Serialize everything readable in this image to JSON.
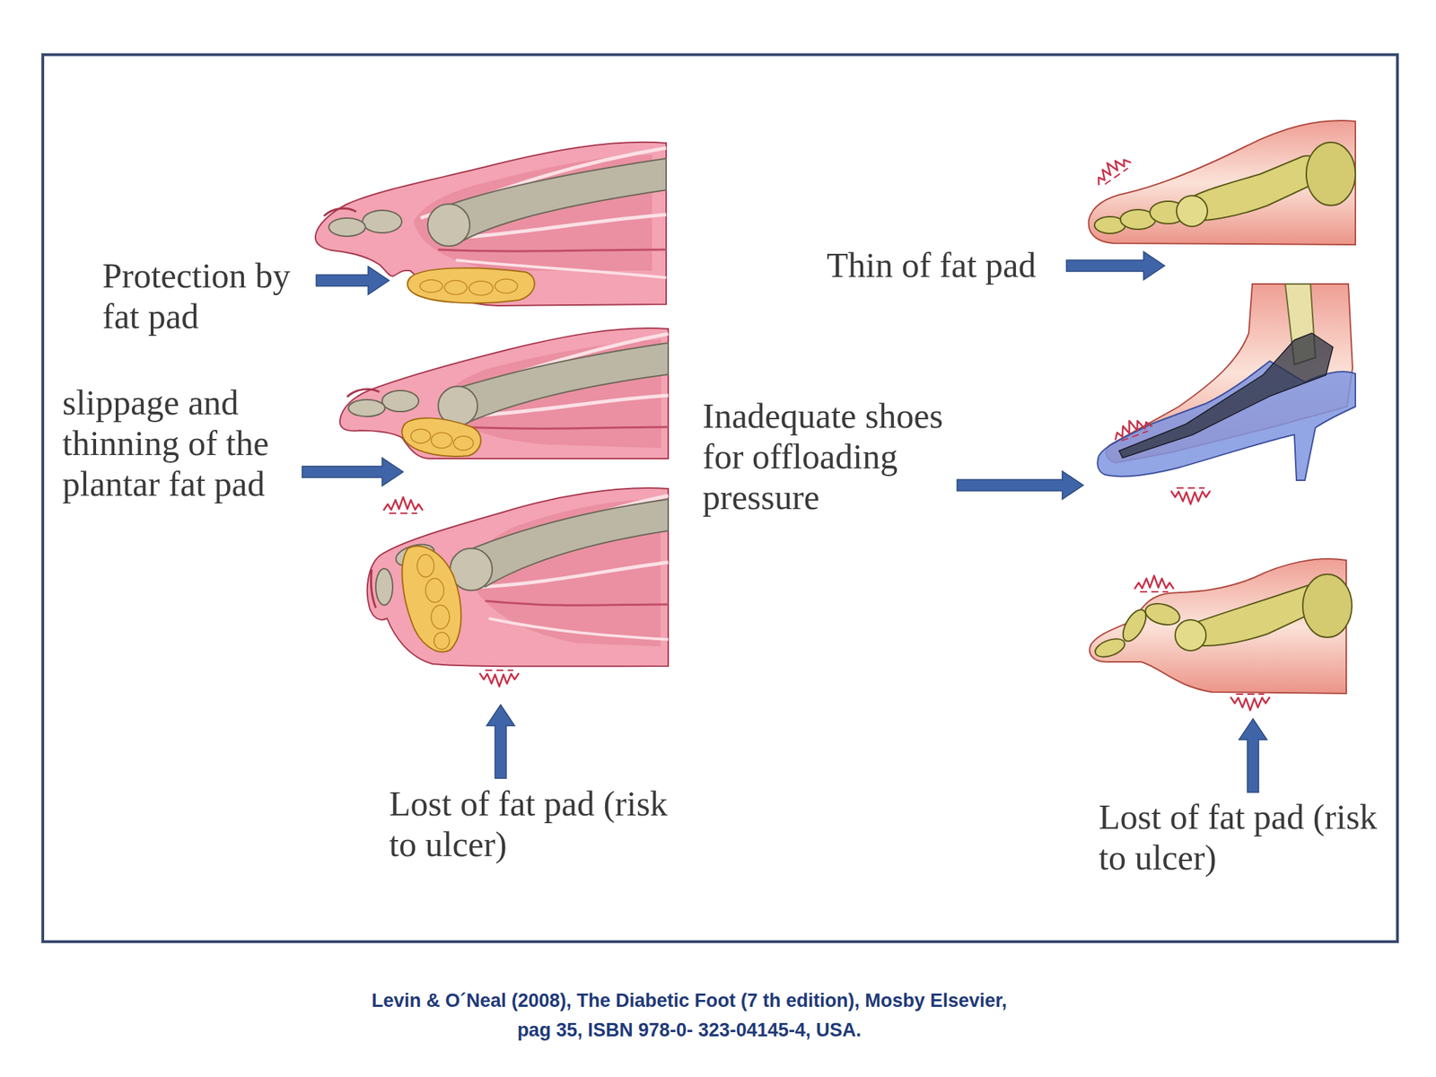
{
  "diagram": {
    "caption": "Levin & O´Neal (2008), The Diabetic Foot (7 th edition), Mosby Elsevier, pag 35, ISBN 978-0- 323-04145-4, USA.",
    "labels": [
      "Protection by fat pad",
      "slippage and thinning of the plantar fat pad",
      "Lost of fat pad (risk to ulcer)",
      "Thin of fat pad",
      "Inadequate shoes for offloading pressure",
      "Lost of fat pad (risk to ulcer)"
    ]
  }
}
